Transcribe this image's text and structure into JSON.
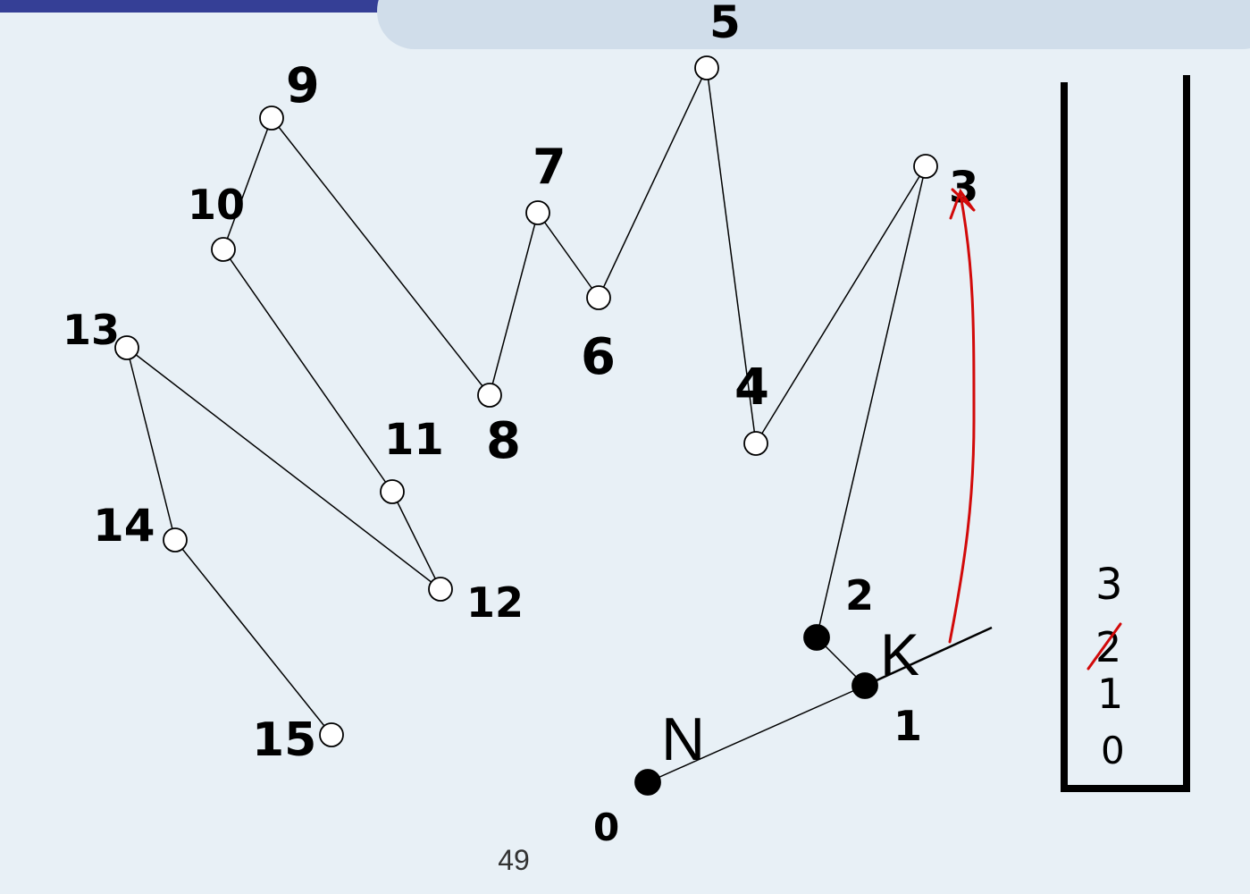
{
  "slide": {
    "page_number": "49"
  },
  "hull_points": [
    "0",
    "1",
    "2"
  ],
  "annotations": {
    "label_n": "N",
    "label_k": "K"
  },
  "vertices": [
    {
      "id": "0",
      "filled": true
    },
    {
      "id": "1",
      "filled": true
    },
    {
      "id": "2",
      "filled": true
    },
    {
      "id": "3",
      "filled": false
    },
    {
      "id": "4",
      "filled": false
    },
    {
      "id": "5",
      "filled": false
    },
    {
      "id": "6",
      "filled": false
    },
    {
      "id": "7",
      "filled": false
    },
    {
      "id": "8",
      "filled": false
    },
    {
      "id": "9",
      "filled": false
    },
    {
      "id": "10",
      "filled": false
    },
    {
      "id": "11",
      "filled": false
    },
    {
      "id": "12",
      "filled": false
    },
    {
      "id": "13",
      "filled": false
    },
    {
      "id": "14",
      "filled": false
    },
    {
      "id": "15",
      "filled": false
    }
  ],
  "stack": {
    "items": [
      "0",
      "1",
      "2",
      "3"
    ],
    "popped": [
      "2"
    ]
  },
  "colors": {
    "background": "#e8f0f6",
    "header_bar": "#353f96",
    "header_tab": "#d0ddea",
    "annotation_red": "#d20a0a",
    "ink": "#000000"
  }
}
